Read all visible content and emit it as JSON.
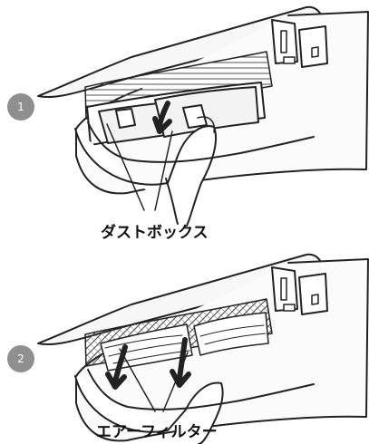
{
  "steps": [
    {
      "number": "1",
      "label": "ダストボックス"
    },
    {
      "number": "2",
      "label": "エアーフィルター"
    }
  ],
  "colors": {
    "badge": "#8f8f8f",
    "line": "#222222",
    "panel": "#f5f5f5",
    "shadow": "#d8d8d8"
  },
  "icons": {
    "step_one": "air-conditioner-dust-box-removal-icon",
    "step_two": "air-conditioner-filter-removal-icon"
  }
}
